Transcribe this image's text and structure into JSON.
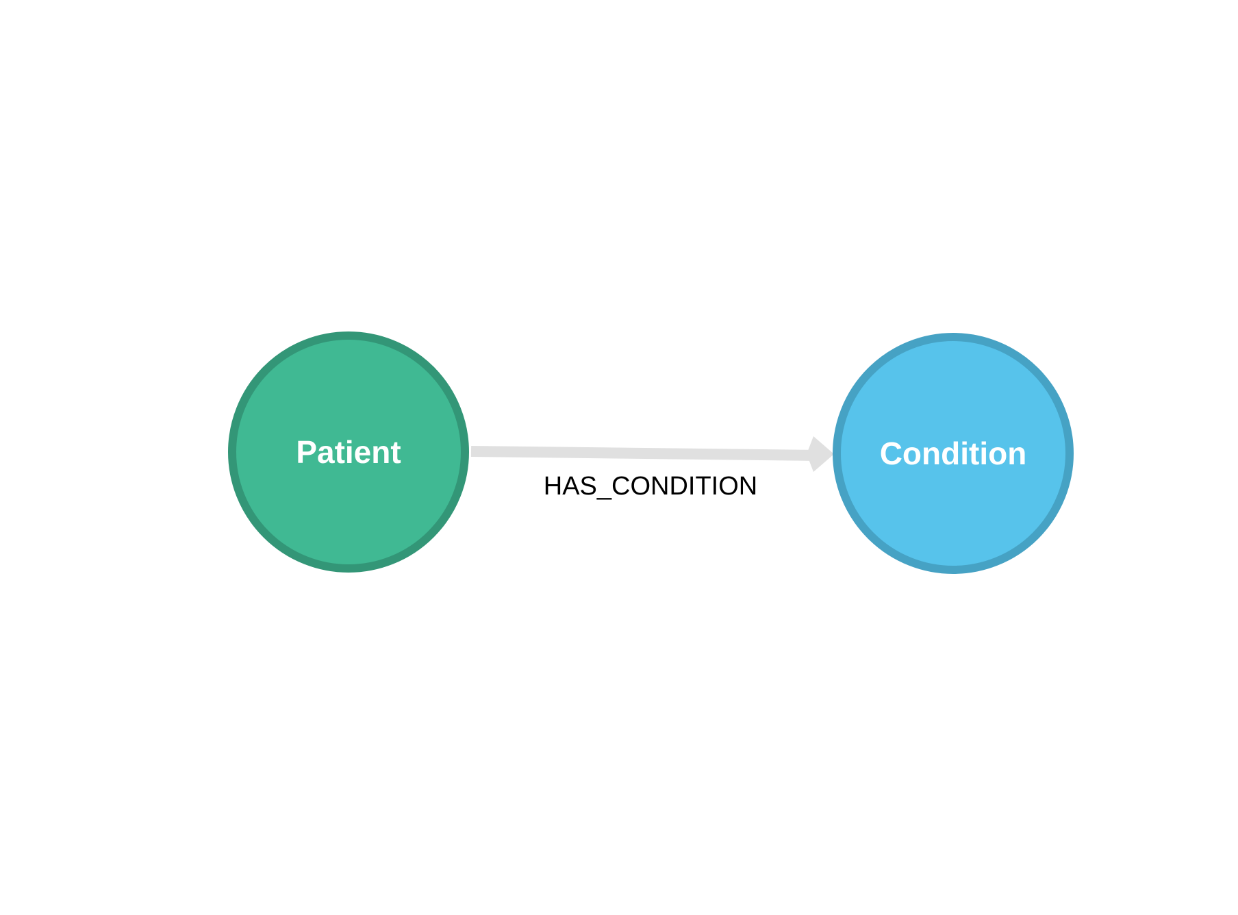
{
  "graph": {
    "nodes": [
      {
        "id": "patient",
        "label": "Patient",
        "fill": "#40b993",
        "stroke": "#339677"
      },
      {
        "id": "condition",
        "label": "Condition",
        "fill": "#57c3eb",
        "stroke": "#46a2c4"
      }
    ],
    "relationship": {
      "label": "HAS_CONDITION",
      "from": "patient",
      "to": "condition",
      "color": "#e0e0e0"
    }
  }
}
